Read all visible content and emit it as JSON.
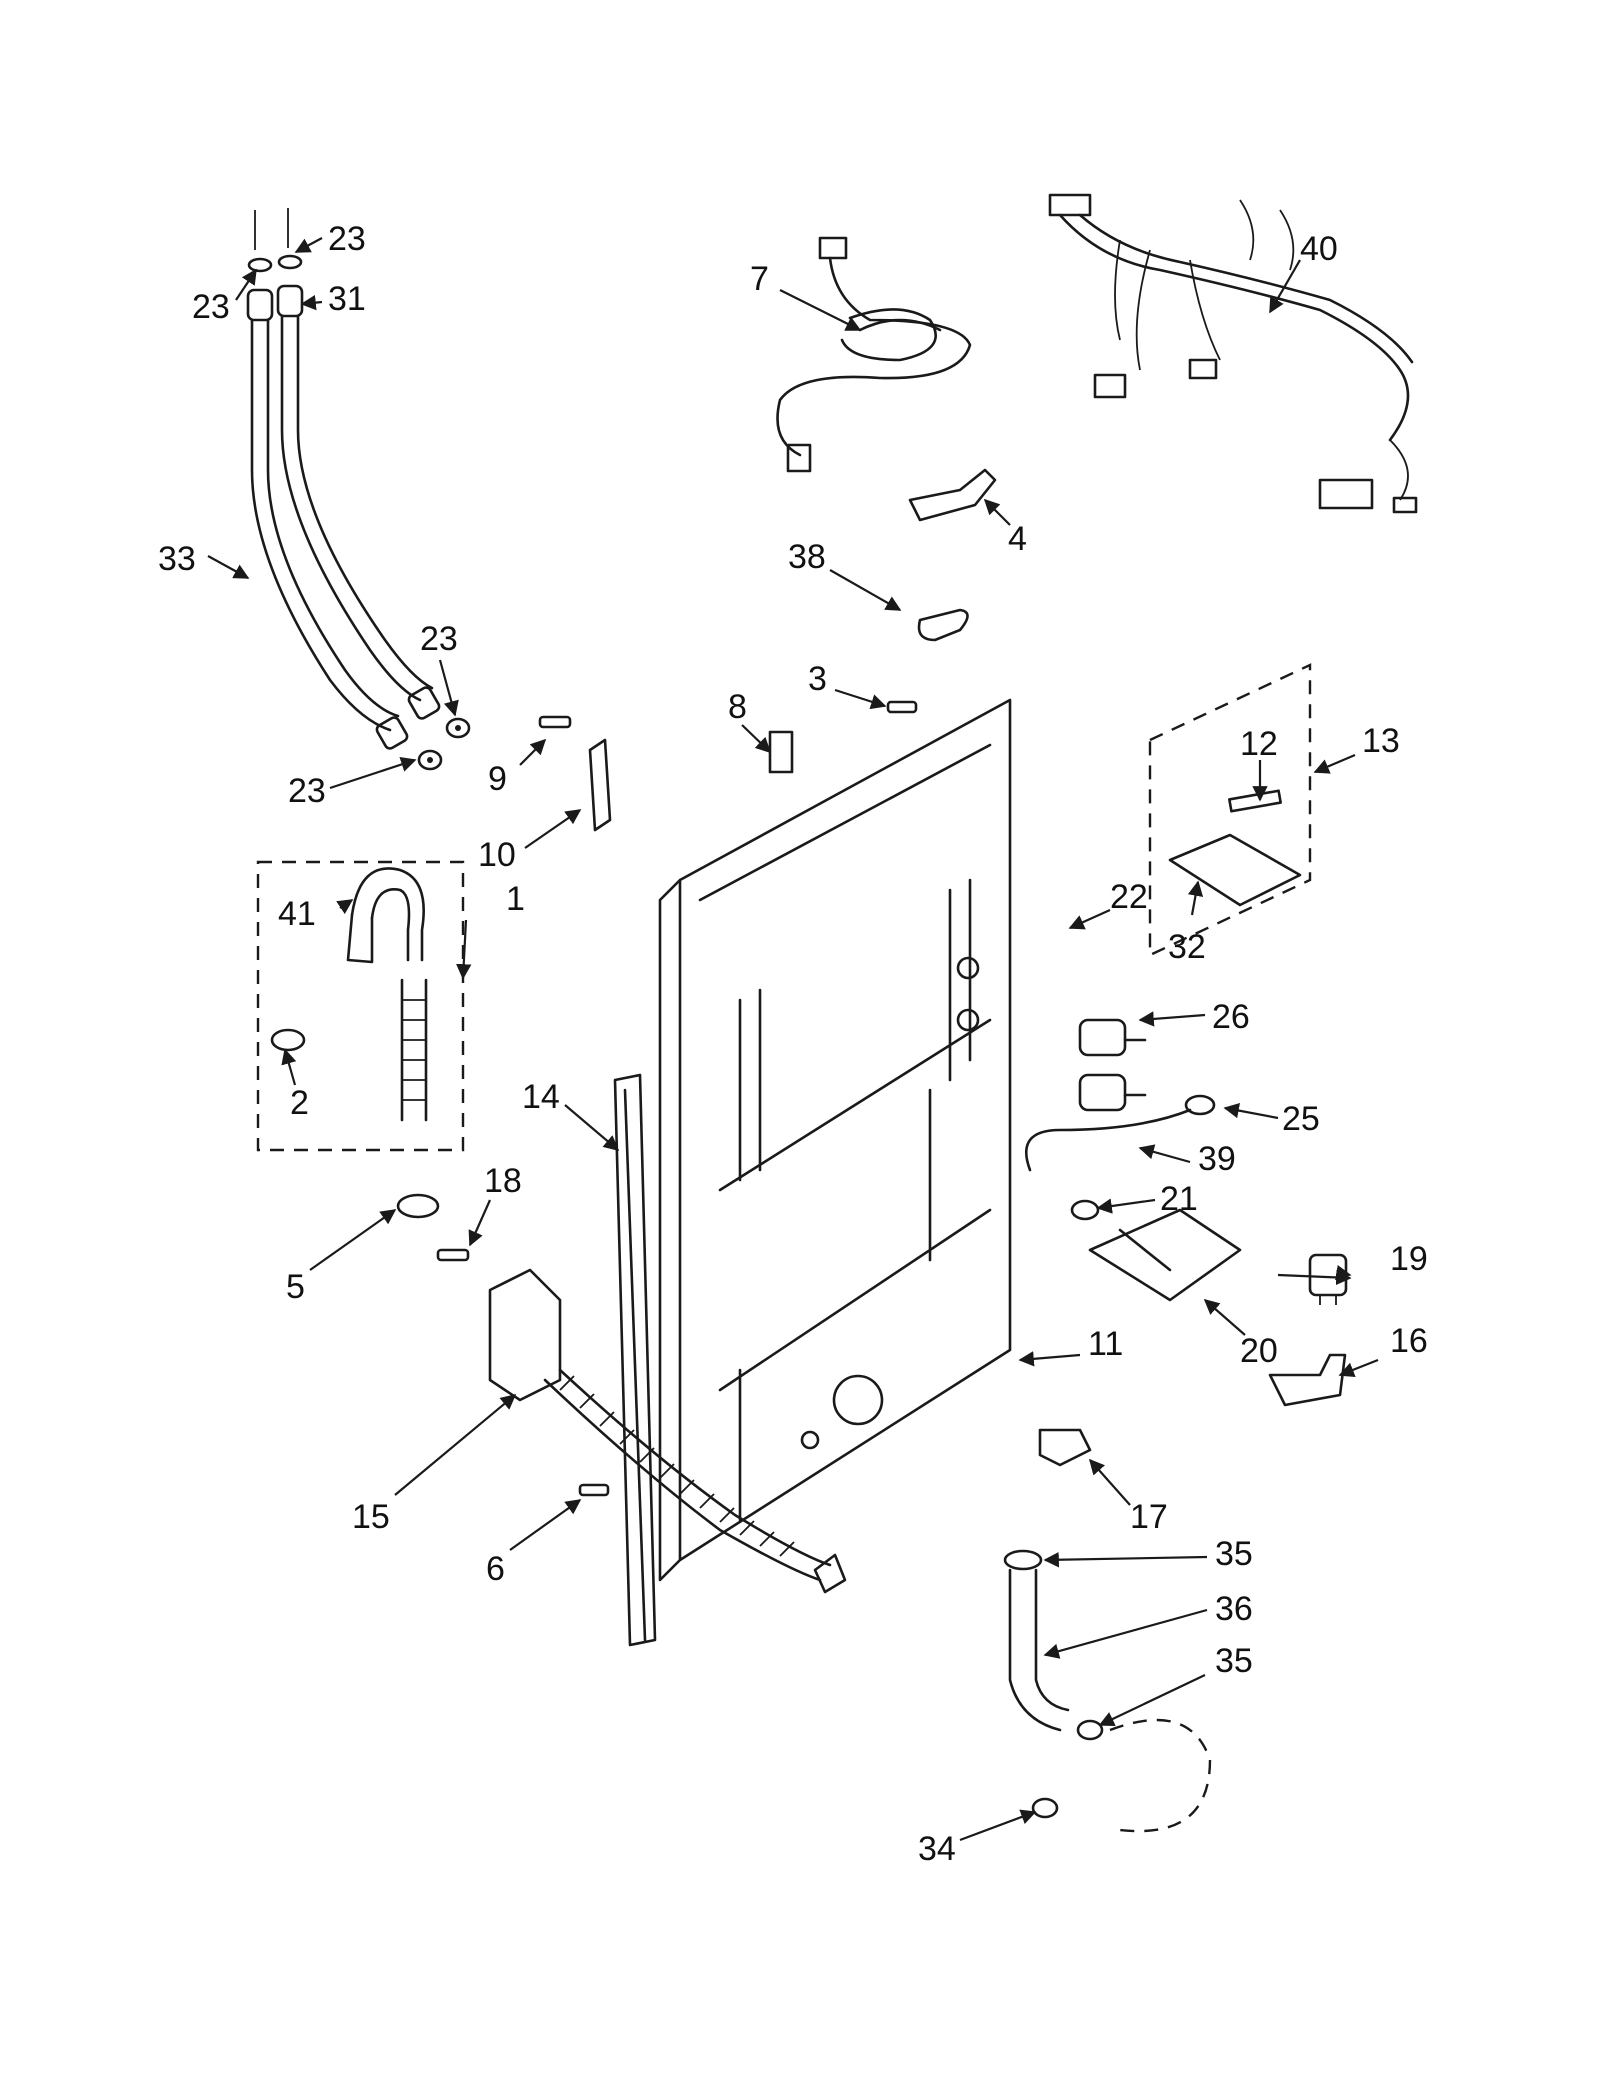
{
  "labels": [
    {
      "id": "l1",
      "text": "1"
    },
    {
      "id": "l2",
      "text": "2"
    },
    {
      "id": "l3",
      "text": "3"
    },
    {
      "id": "l4",
      "text": "4"
    },
    {
      "id": "l5",
      "text": "5"
    },
    {
      "id": "l6",
      "text": "6"
    },
    {
      "id": "l7",
      "text": "7"
    },
    {
      "id": "l8",
      "text": "8"
    },
    {
      "id": "l9",
      "text": "9"
    },
    {
      "id": "l10",
      "text": "10"
    },
    {
      "id": "l11",
      "text": "11"
    },
    {
      "id": "l12",
      "text": "12"
    },
    {
      "id": "l13",
      "text": "13"
    },
    {
      "id": "l14",
      "text": "14"
    },
    {
      "id": "l15",
      "text": "15"
    },
    {
      "id": "l16",
      "text": "16"
    },
    {
      "id": "l17",
      "text": "17"
    },
    {
      "id": "l18",
      "text": "18"
    },
    {
      "id": "l19",
      "text": "19"
    },
    {
      "id": "l20",
      "text": "20"
    },
    {
      "id": "l21",
      "text": "21"
    },
    {
      "id": "l22",
      "text": "22"
    },
    {
      "id": "l23a",
      "text": "23"
    },
    {
      "id": "l23b",
      "text": "23"
    },
    {
      "id": "l23c",
      "text": "23"
    },
    {
      "id": "l23d",
      "text": "23"
    },
    {
      "id": "l25",
      "text": "25"
    },
    {
      "id": "l26",
      "text": "26"
    },
    {
      "id": "l31",
      "text": "31"
    },
    {
      "id": "l32",
      "text": "32"
    },
    {
      "id": "l33",
      "text": "33"
    },
    {
      "id": "l34",
      "text": "34"
    },
    {
      "id": "l35a",
      "text": "35"
    },
    {
      "id": "l35b",
      "text": "35"
    },
    {
      "id": "l36",
      "text": "36"
    },
    {
      "id": "l38",
      "text": "38"
    },
    {
      "id": "l39",
      "text": "39"
    },
    {
      "id": "l40",
      "text": "40"
    },
    {
      "id": "l41",
      "text": "41"
    }
  ]
}
